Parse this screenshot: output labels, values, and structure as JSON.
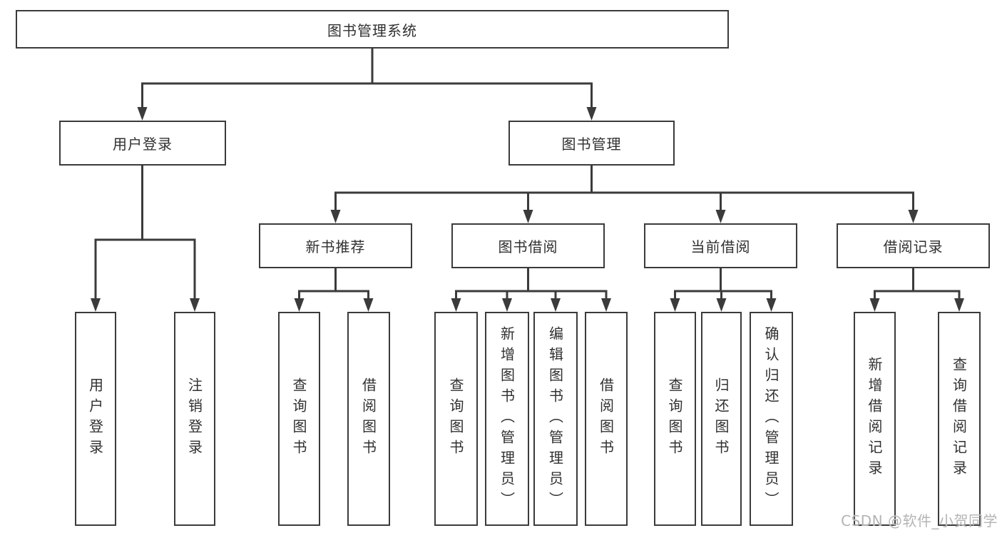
{
  "tree": {
    "root": "图书管理系统",
    "branches": [
      {
        "label": "用户登录",
        "children": [
          "用户登录",
          "注销登录"
        ]
      },
      {
        "label": "图书管理",
        "groups": [
          {
            "label": "新书推荐",
            "children": [
              "查询图书",
              "借阅图书"
            ]
          },
          {
            "label": "图书借阅",
            "children": [
              "查询图书",
              "新增图书（管理员）",
              "编辑图书（管理员）",
              "借阅图书"
            ]
          },
          {
            "label": "当前借阅",
            "children": [
              "查询图书",
              "归还图书",
              "确认归还（管理员）"
            ]
          },
          {
            "label": "借阅记录",
            "children": [
              "新增借阅记录",
              "查询借阅记录"
            ]
          }
        ]
      }
    ]
  },
  "watermark": {
    "text": "CSDN @软件_小贺同学"
  },
  "colors": {
    "line": "#3b3b3b",
    "text": "#303030",
    "background": "#ffffff",
    "watermark": "#b4b4b4"
  }
}
